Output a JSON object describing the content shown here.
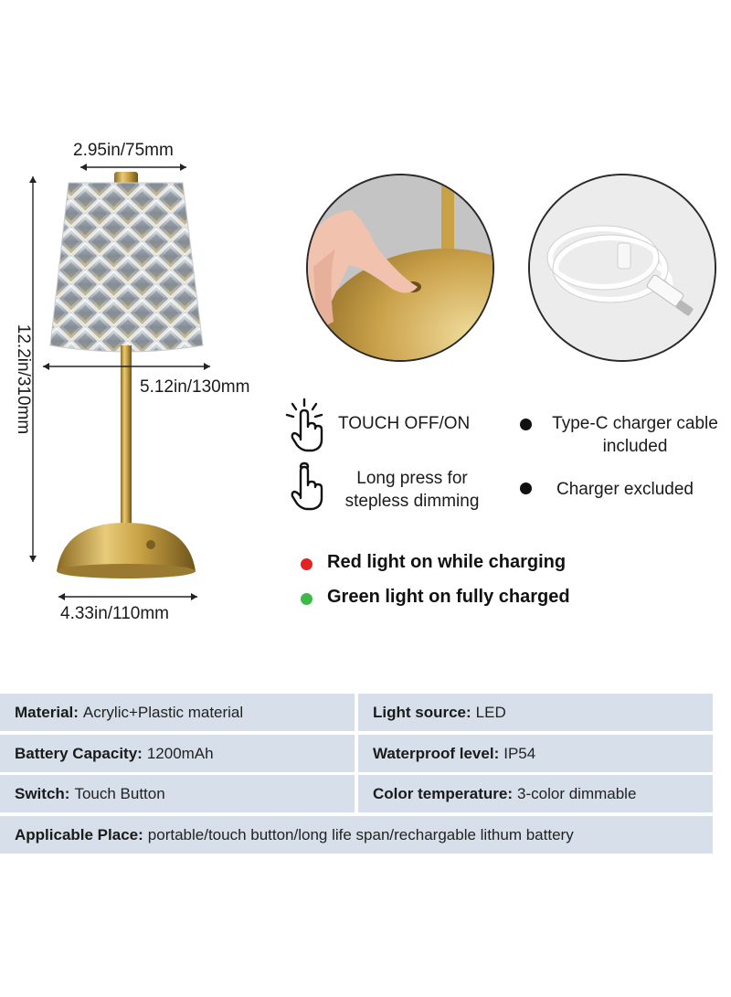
{
  "dimensions": {
    "top_width": "2.95in/75mm",
    "height": "12.2in/310mm",
    "shade_width": "5.12in/130mm",
    "base_width": "4.33in/110mm"
  },
  "features": {
    "touch": "TOUCH OFF/ON",
    "long_press_line1": "Long press for",
    "long_press_line2": "stepless dimming",
    "cable_line1": "Type-C charger cable",
    "cable_line2": "included",
    "charger": "Charger excluded"
  },
  "indicators": {
    "red_text": "Red light on while charging",
    "red_color": "#e32222",
    "green_text": "Green light on fully charged",
    "green_color": "#3fb84a"
  },
  "specs": {
    "material_key": "Material:",
    "material_val": "Acrylic+Plastic material",
    "light_key": "Light source:",
    "light_val": "LED",
    "battery_key": "Battery Capacity:",
    "battery_val": "1200mAh",
    "waterproof_key": "Waterproof level:",
    "waterproof_val": "IP54",
    "switch_key": "Switch:",
    "switch_val": "Touch Button",
    "color_key": "Color temperature:",
    "color_val": "3-color dimmable",
    "place_key": "Applicable Place:",
    "place_val": "portable/touch button/long life span/rechargable lithum battery"
  },
  "colors": {
    "table_bg": "#d7e0ea",
    "gold": "#c9a245"
  }
}
